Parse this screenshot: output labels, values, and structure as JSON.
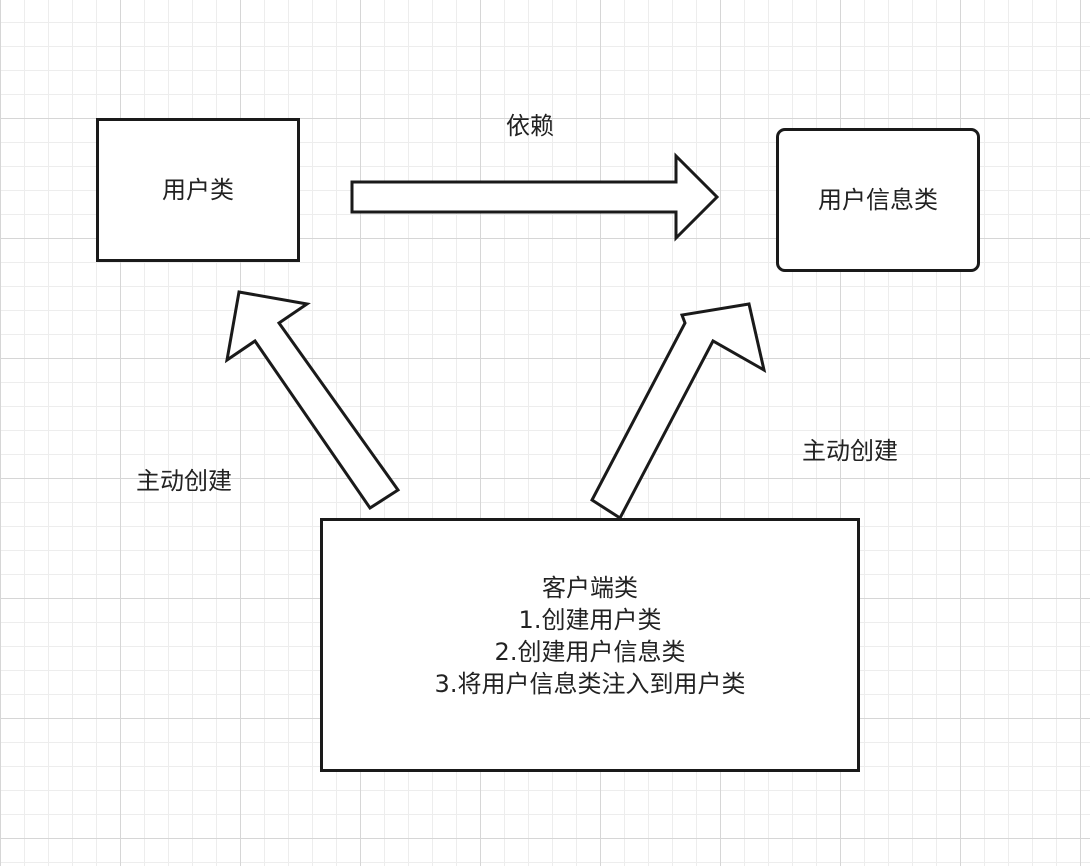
{
  "nodes": {
    "user": {
      "label": "用户类"
    },
    "user_info": {
      "label": "用户信息类"
    },
    "client": {
      "lines": [
        "客户端类",
        "1.创建用户类",
        "2.创建用户信息类",
        "3.将用户信息类注入到用户类"
      ]
    }
  },
  "edges": [
    {
      "from": "user",
      "to": "user_info",
      "label": "依赖"
    },
    {
      "from": "client",
      "to": "user",
      "label": "主动创建"
    },
    {
      "from": "client",
      "to": "user_info",
      "label": "主动创建"
    }
  ]
}
